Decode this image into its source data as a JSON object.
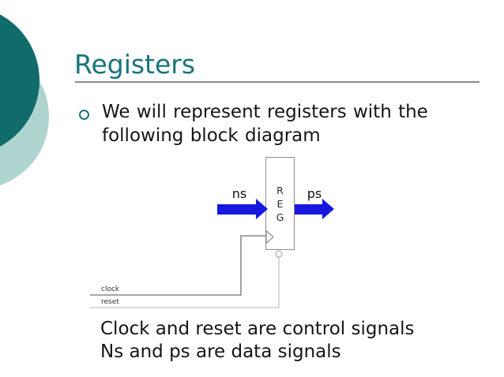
{
  "slide": {
    "title": "Registers",
    "bullet": {
      "marker_icon": "open-circle",
      "text": "We will represent registers with the following block diagram"
    },
    "diagram": {
      "reg_letters": [
        "R",
        "E",
        "G"
      ],
      "ns_label": "ns",
      "ps_label": "ps",
      "clock_label": "clock",
      "reset_label": "reset"
    },
    "footer_lines": [
      "Clock and reset are control signals",
      "Ns and ps are data signals"
    ],
    "colors": {
      "title_teal": "#17747a",
      "dark_circle": "#106b6a",
      "light_circle": "#aed4d0",
      "arrow_blue": "#1717e0",
      "clock_wire": "#707070",
      "reset_wire": "#c4c4c4",
      "box_border": "#8f8f8f",
      "bubble_border": "#b0b0b0"
    }
  }
}
